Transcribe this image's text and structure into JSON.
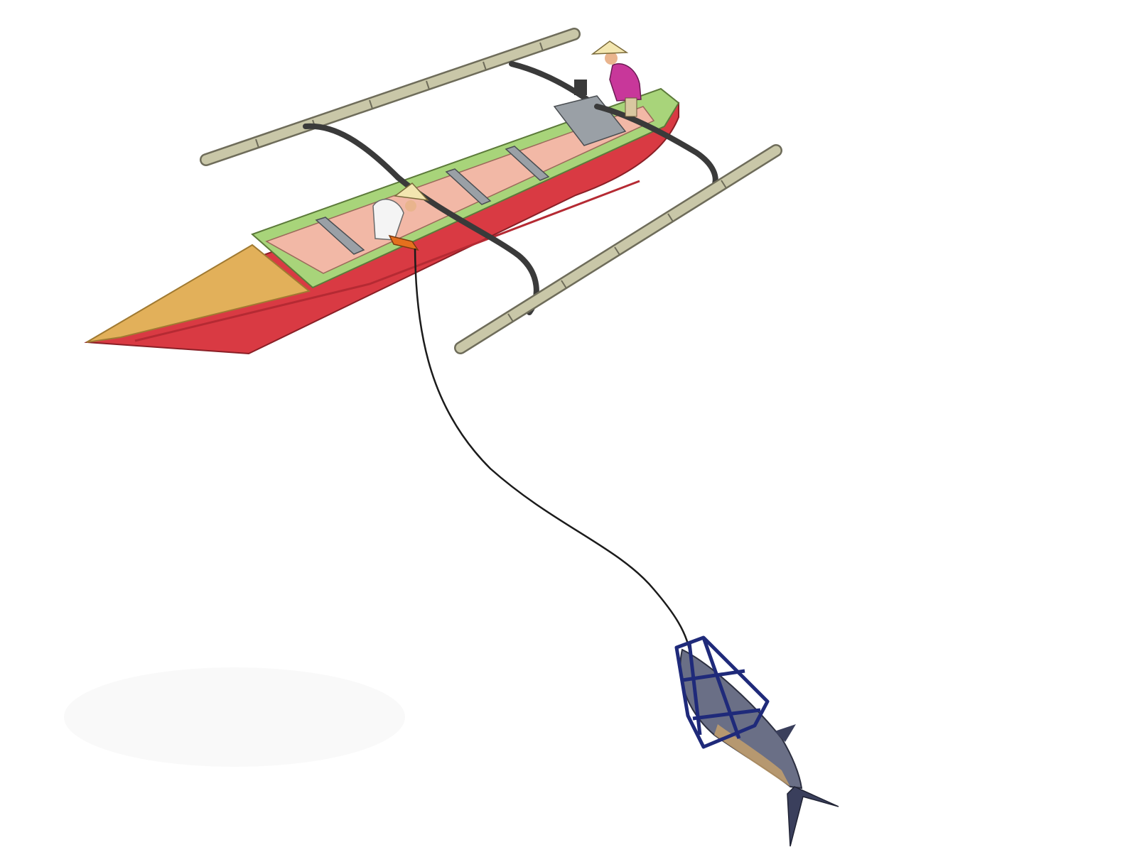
{
  "scene": {
    "subject": "outrigger-boat-handline-fishing",
    "elements": [
      "outrigger-boat",
      "outrigger-float-far",
      "outrigger-float-near",
      "fisherman-stern",
      "fisherman-midship",
      "fishing-line",
      "fish-cage",
      "tuna"
    ]
  },
  "colors": {
    "background": "#ffffff",
    "hull": "#d93a43",
    "hull_shadow": "#b52a33",
    "bow_deck": "#e2b05a",
    "gunwale": "#a8d47a",
    "interior": "#f2b8a6",
    "thwart": "#9aa0a6",
    "float": "#c9c7a8",
    "float_ring": "#6e6c5a",
    "boom": "#3a3a3a",
    "line": "#1b1b1b",
    "cage": "#1f2a7a",
    "fish_body": "#6a6f86",
    "fish_belly": "#c9a36a",
    "fish_fin": "#3a3f5c",
    "hat": "#f3e6b0",
    "shirt_stern": "#c8379a",
    "shirt_midship": "#f4f4f4",
    "skin": "#e9b48d"
  }
}
